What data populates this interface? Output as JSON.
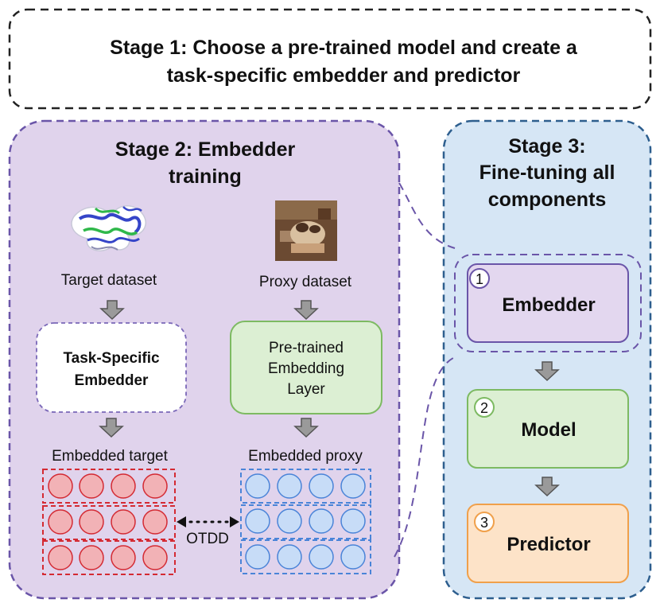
{
  "stage1": {
    "line1": "Stage 1: Choose a pre-trained model and create a",
    "line2": "task-specific embedder and predictor"
  },
  "stage2": {
    "title_line1": "Stage 2: Embedder",
    "title_line2": "training",
    "target_label": "Target dataset",
    "proxy_label": "Proxy dataset",
    "task_embedder_line1": "Task-Specific",
    "task_embedder_line2": "Embedder",
    "pretrained_line1": "Pre-trained",
    "pretrained_line2": "Embedding",
    "pretrained_line3": "Layer",
    "embedded_target": "Embedded target",
    "embedded_proxy": "Embedded proxy",
    "otdd": "OTDD"
  },
  "stage3": {
    "title_line1": "Stage 3:",
    "title_line2": "Fine-tuning all",
    "title_line3": "components",
    "components": [
      {
        "number": "1",
        "label": "Embedder"
      },
      {
        "number": "2",
        "label": "Model"
      },
      {
        "number": "3",
        "label": "Predictor"
      }
    ]
  },
  "colors": {
    "stage2_fill": "#e0d3ec",
    "stage2_border": "#6a55a8",
    "stage3_fill": "#d6e6f5",
    "stage3_border": "#2d5e8e",
    "embedder_fill": "#e3d7ef",
    "model_fill": "#dcefd3",
    "model_border": "#7dba62",
    "predictor_fill": "#fde3c8",
    "predictor_border": "#f0a04b",
    "target_cell": "#f2b2b6",
    "target_border": "#d42a33",
    "proxy_cell": "#c7dcf7",
    "proxy_border": "#4a84d8"
  }
}
